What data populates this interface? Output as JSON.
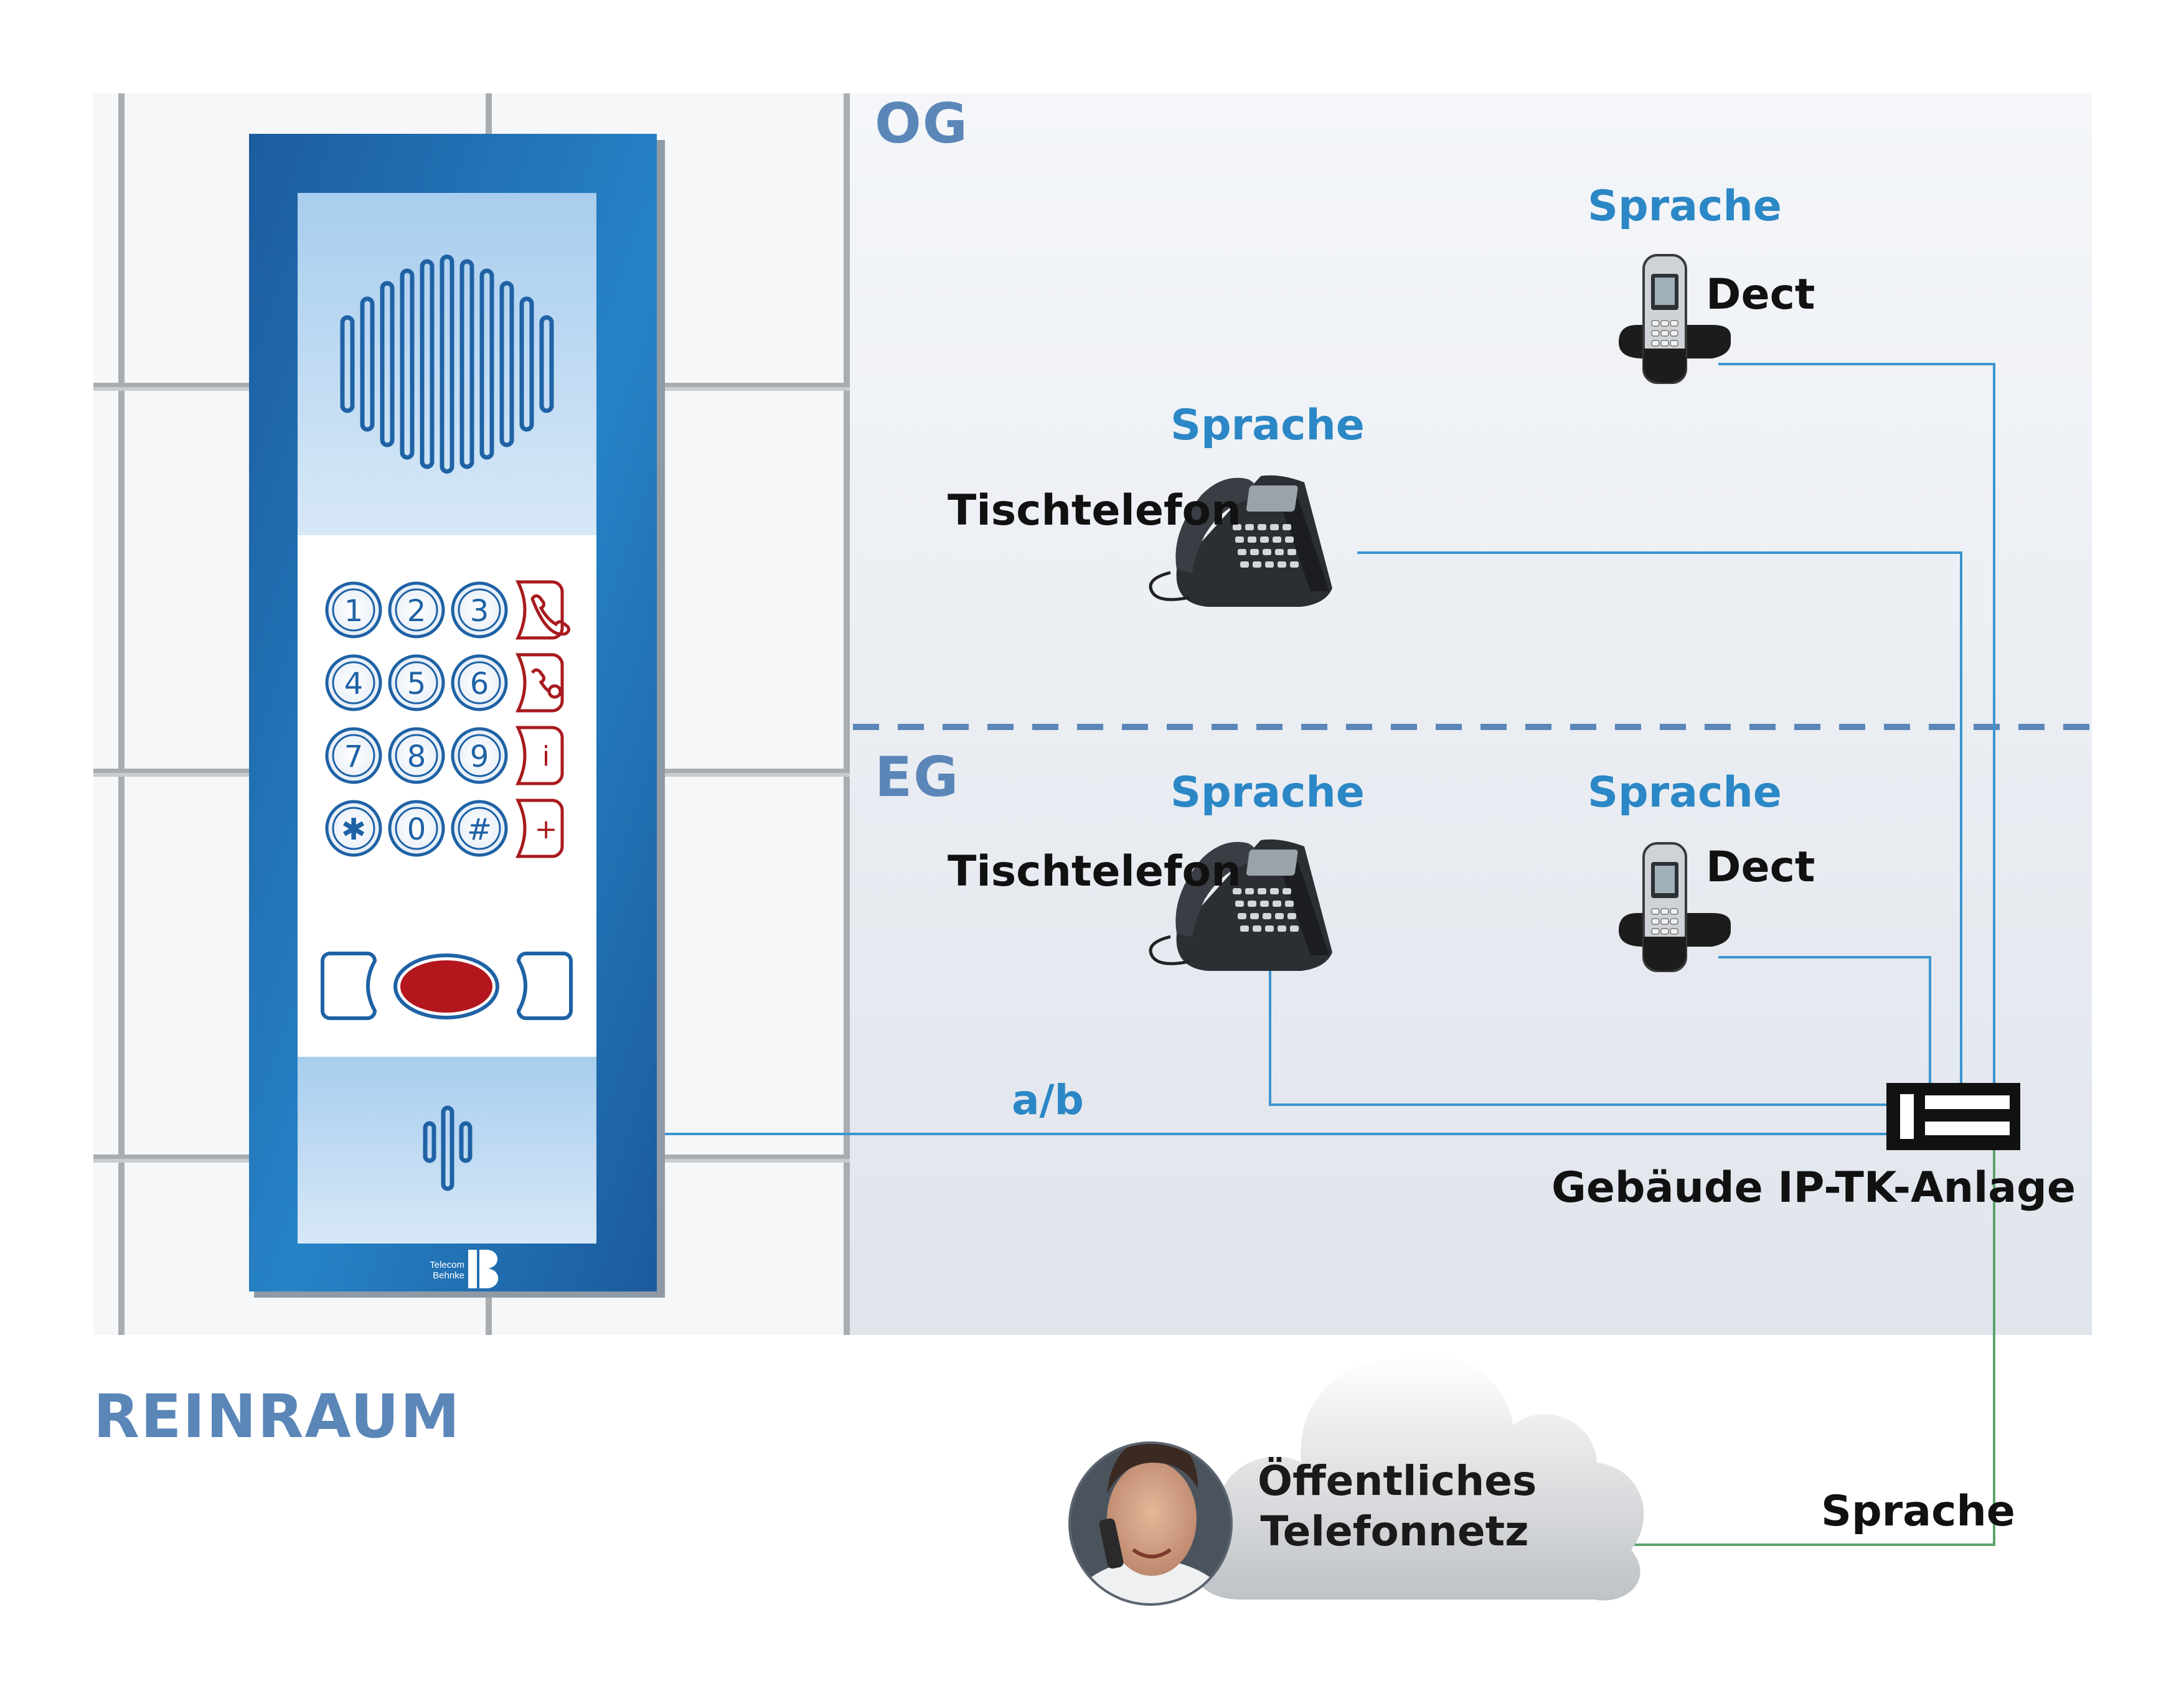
{
  "zones": {
    "upper": "OG",
    "lower": "EG",
    "room": "REINRAUM"
  },
  "voice_label": "Sprache",
  "devices": {
    "dect_label": "Dect",
    "desk_phone_label": "Tischtelefon",
    "pbx_label": "Gebäude IP-TK-Anlage"
  },
  "connection_ab": "a/b",
  "public_network": {
    "line1": "Öffentliches",
    "line2": "Telefonnetz"
  },
  "intercom": {
    "brand_line1": "Telecom",
    "brand_line2": "Behnke",
    "keys": [
      "1",
      "2",
      "3",
      "4",
      "5",
      "6",
      "7",
      "8",
      "9",
      "✱",
      "0",
      "#"
    ],
    "function_keys": [
      "call-icon",
      "hangup-icon",
      "info-icon",
      "plus-icon"
    ],
    "function_glyphs": [
      "",
      "",
      "i",
      "+"
    ]
  },
  "colors": {
    "panel_blue": "#1f62a5",
    "panel_blue_light": "#2a86c8",
    "line_blue": "#3c95d0",
    "line_green": "#5aa56a",
    "dash_blue": "#5b86b8",
    "accent_red": "#a81a1e"
  }
}
